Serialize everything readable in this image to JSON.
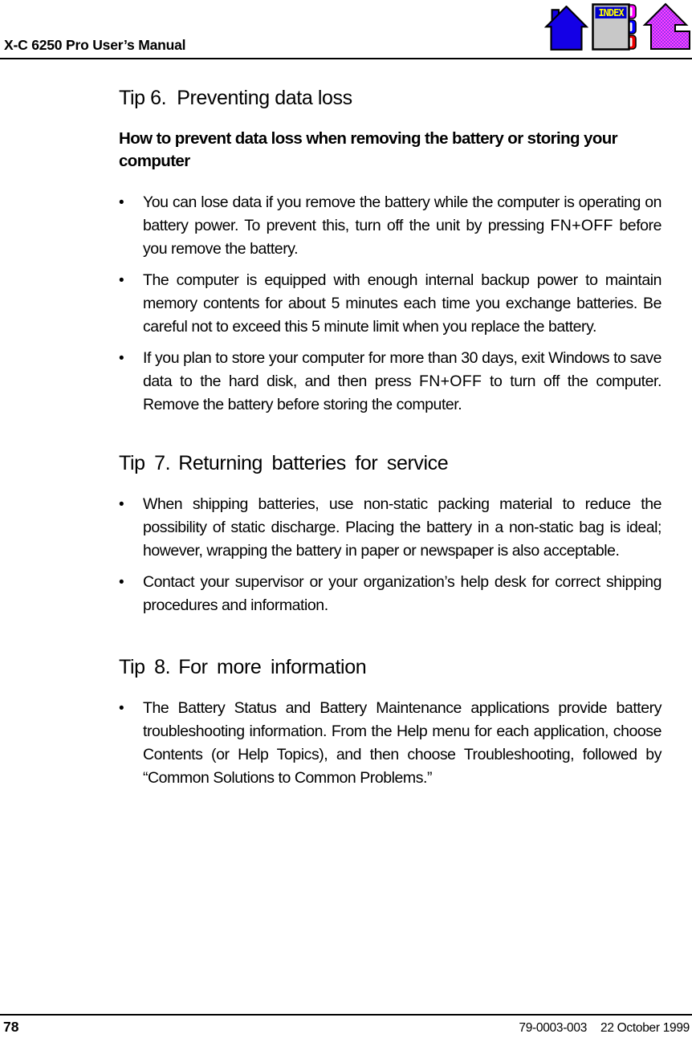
{
  "header": {
    "title": "X-C 6250 Pro User’s Manual",
    "index_icon_label": "INDEX"
  },
  "bullet_glyph": "•",
  "colors": {
    "home_icon_blue": "#1400e6",
    "index_bar_blue": "#0000cc",
    "index_body_gray": "#c8c8c8",
    "index_label_yellow": "#ffff00",
    "tab_pink": "#ff00ff",
    "tab_blue": "#0000ff",
    "tab_red": "#ee0000",
    "arrow_purple": "#9b30f0",
    "arrow_magenta": "#ff40ff"
  },
  "sections": {
    "tip6": {
      "number": "Tip 6.",
      "title": "Preventing data loss",
      "subtitle": "How to prevent data loss when removing the battery or storing your computer",
      "bullets": {
        "b1": {
          "pre": "You can lose data if you remove the battery while the computer is operating on battery power. To prevent this, turn off the unit by pressing ",
          "key": "FN+OFF",
          "post": " before you remove the battery."
        },
        "b2": {
          "text": "The computer is equipped with enough internal backup power to maintain memory contents for about 5 minutes each time you exchange batteries. Be careful not to exceed this 5 minute limit when you replace the battery."
        },
        "b3": {
          "pre": "If you plan to store your computer for more than 30 days, exit Windows to save data to the hard disk, and then press ",
          "key": "FN+OFF",
          "post": " to turn off the computer. Remove the battery before storing the computer."
        }
      }
    },
    "tip7": {
      "number": "Tip 7.",
      "title": "Returning batteries for service",
      "bullets": {
        "b1": {
          "text": "When shipping batteries, use non-static packing material to reduce the possibility of static discharge. Placing the battery in a non-static bag is ideal; however, wrapping the battery in paper or newspaper is also acceptable."
        },
        "b2": {
          "text": "Contact your supervisor or your organization’s help desk for correct shipping procedures and information."
        }
      }
    },
    "tip8": {
      "number": "Tip 8.",
      "title": "For more information",
      "bullets": {
        "b1": {
          "text": "The Battery Status and Battery Maintenance applications provide battery troubleshooting information. From the Help menu for each application, choose Contents (or Help Topics), and then choose Troubleshooting, followed by “Common Solutions to Common Problems.”"
        }
      }
    }
  },
  "footer": {
    "page_number": "78",
    "doc_number": "79-0003-003",
    "date": "22 October 1999"
  }
}
